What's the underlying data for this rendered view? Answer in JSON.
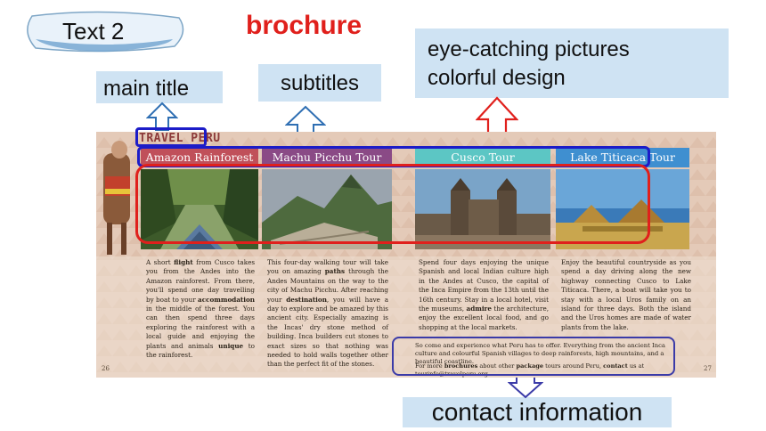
{
  "slide": {
    "text_tag": "Text 2",
    "heading": "brochure",
    "heading_color": "#e0201c",
    "labels": {
      "main_title": "main title",
      "subtitles": "subtitles",
      "design_line1": "eye-catching pictures",
      "design_line2": "colorful design",
      "contact": "contact information"
    },
    "label_bg": "#cfe3f3",
    "arrow_blue": "#2f6fb3",
    "arrow_red": "#e0201c",
    "outline_blue": "#1c1cc8",
    "outline_red": "#e0201c"
  },
  "brochure": {
    "brand": "TRAVEL PERU",
    "page_left": "26",
    "page_right": "27",
    "columns": [
      {
        "title": "Amazon Rainforest Tour",
        "color": "#c0505a",
        "text": [
          {
            "t": "A short "
          },
          {
            "t": "flight",
            "b": true
          },
          {
            "t": " from Cusco takes you from the Andes into the Amazon rainforest. From there, you'll spend one day travelling by boat to your "
          },
          {
            "t": "accommodation",
            "b": true
          },
          {
            "t": " in the middle of the forest. You can then spend three days exploring the rainforest with a local guide and enjoying the plants and animals "
          },
          {
            "t": "unique",
            "b": true
          },
          {
            "t": " to the rainforest."
          }
        ]
      },
      {
        "title": "Machu Picchu Tour",
        "color": "#8a4a86",
        "text": [
          {
            "t": "This four-day walking tour will take you on amazing "
          },
          {
            "t": "paths",
            "b": true
          },
          {
            "t": " through the Andes Mountains on the way to the city of Machu Picchu. After reaching your "
          },
          {
            "t": "destination",
            "b": true
          },
          {
            "t": ", you will have a day to explore and be amazed by this ancient city. Especially amazing is the Incas' dry stone method of building. Inca builders cut stones to exact sizes so that nothing was needed to hold walls together other than the perfect fit of the stones."
          }
        ]
      },
      {
        "title": "Cusco Tour",
        "color": "#5cc6c4",
        "text": [
          {
            "t": "Spend four days enjoying the unique Spanish and local Indian culture high in the Andes at Cusco, the capital of the Inca Empire from the 13th until the 16th century. Stay in a local hotel, visit the museums, "
          },
          {
            "t": "admire",
            "b": true
          },
          {
            "t": " the architecture, enjoy the excellent local food, and go shopping at the local markets."
          }
        ]
      },
      {
        "title": "Lake Titicaca Tour",
        "color": "#3f8fd0",
        "text": [
          {
            "t": "Enjoy the beautiful countryside as you spend a day driving along the new highway connecting Cusco to Lake Titicaca. There, a boat will take you to stay with a local Uros family on an island for three days. Both the island and the Uros homes are made of water plants from the lake."
          }
        ]
      }
    ],
    "footer_line1": "So come and experience what Peru has to offer. Everything from the ancient Inca culture and colourful Spanish villages to deep rainforests, high mountains, and a beautiful coastline.",
    "footer_line2": [
      {
        "t": "For more "
      },
      {
        "t": "brochures",
        "b": true
      },
      {
        "t": " about other "
      },
      {
        "t": "package",
        "b": true
      },
      {
        "t": " tours around Peru, "
      },
      {
        "t": "contact",
        "b": true
      },
      {
        "t": " us at tourinfo@travelperu.org."
      }
    ]
  }
}
